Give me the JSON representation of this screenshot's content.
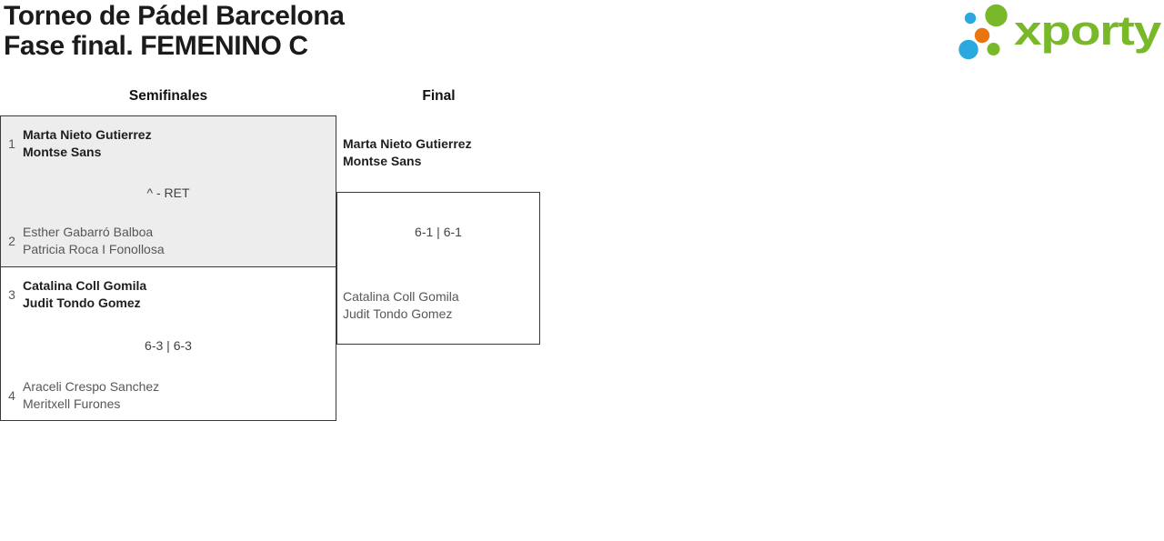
{
  "page": {
    "title_line1": "Torneo de Pádel Barcelona",
    "title_line2": "Fase final. FEMENINO C"
  },
  "logo": {
    "brand": "xporty",
    "colors": {
      "green": "#79b829",
      "blue": "#29a9e0",
      "orange": "#e8750f"
    }
  },
  "colors": {
    "match_border": "#3a3a3a",
    "highlight_bg": "#ededed",
    "winner_text": "#1e1e1e",
    "loser_text": "#575757",
    "score_text": "#424242"
  },
  "bracket": {
    "rounds": [
      {
        "name": "Semifinales",
        "matches": [
          {
            "top": {
              "seed": "1",
              "players": [
                "Marta Nieto Gutierrez",
                "Montse Sans"
              ]
            },
            "score": "^ - RET",
            "bottom": {
              "seed": "2",
              "players": [
                "Esther Gabarró Balboa",
                "Patricia Roca I Fonollosa"
              ]
            }
          },
          {
            "top": {
              "seed": "3",
              "players": [
                "Catalina Coll Gomila",
                "Judit Tondo Gomez"
              ]
            },
            "score": "6-3 | 6-3",
            "bottom": {
              "seed": "4",
              "players": [
                "Araceli Crespo Sanchez",
                "Meritxell Furones"
              ]
            }
          }
        ]
      },
      {
        "name": "Final",
        "matches": [
          {
            "top": {
              "players": [
                "Marta Nieto Gutierrez",
                "Montse Sans"
              ]
            },
            "score": "6-1 | 6-1",
            "bottom": {
              "players": [
                "Catalina Coll Gomila",
                "Judit Tondo Gomez"
              ]
            }
          }
        ]
      }
    ]
  }
}
